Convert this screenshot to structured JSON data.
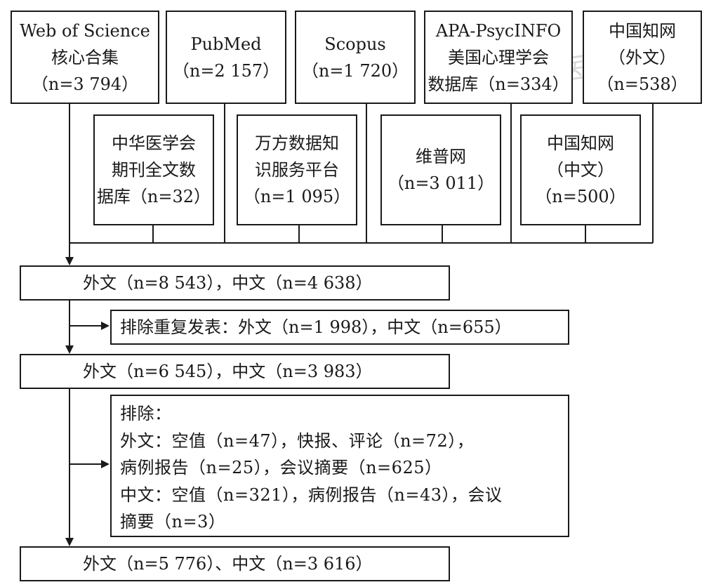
{
  "sources_row1": [
    {
      "lines": [
        "Web of Science",
        "核心合集",
        "（n=3 794）"
      ]
    },
    {
      "lines": [
        "PubMed",
        "（n=2 157）"
      ]
    },
    {
      "lines": [
        "Scopus",
        "（n=1 720）"
      ]
    },
    {
      "lines": [
        "APA-PsycINFO",
        "美国心理学会",
        "数据库（n=334）"
      ]
    },
    {
      "lines": [
        "中国知网",
        "（外文）",
        "（n=538）"
      ]
    }
  ],
  "sources_row2": [
    {
      "lines": [
        "中华医学会",
        "期刊全文数",
        "据库（n=32）"
      ]
    },
    {
      "lines": [
        "万方数据知",
        "识服务平台",
        "（n=1 095）"
      ]
    },
    {
      "lines": [
        "维普网",
        "（n=3 011）"
      ]
    },
    {
      "lines": [
        "中国知网",
        "（中文）",
        "（n=500）"
      ]
    }
  ],
  "flow": {
    "step1": "外文（n=8 543），中文（n=4 638）",
    "exclude1": "排除重复发表：外文（n=1 998），中文（n=655）",
    "step2": "外文（n=6 545），中文（n=3 983）",
    "exclude2": [
      "排除：",
      "外文：空值（n=47），快报、评论（n=72），",
      "病例报告（n=25），会议摘要（n=625）",
      "中文：空值（n=321），病例报告（n=43），会议",
      "摘要（n=3）"
    ],
    "final": "外文（n=5 776）、中文（n=3 616）"
  },
  "watermark": "中华医学会"
}
